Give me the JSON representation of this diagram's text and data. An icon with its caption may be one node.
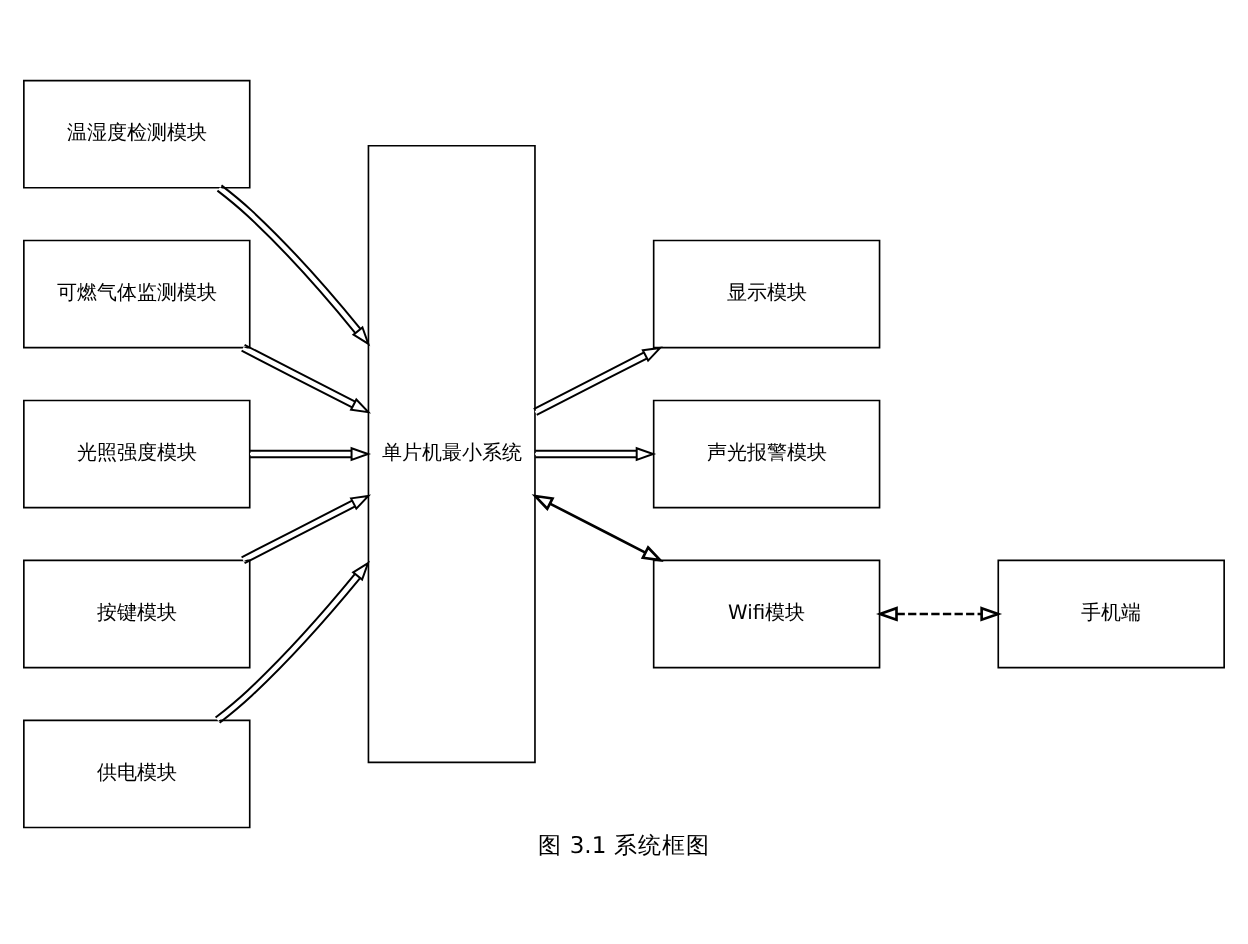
{
  "diagram": {
    "caption": "图 3.1 系统框图",
    "nodes": [
      {
        "text": [
          "温湿度检测模块"
        ]
      },
      {
        "text": [
          "可燃气体监测模块"
        ]
      },
      {
        "text": [
          "光照强度模块"
        ]
      },
      {
        "text": [
          "按键模块"
        ]
      },
      {
        "text": [
          "供电模块"
        ]
      },
      {
        "text": [
          "单片机最小系统"
        ]
      },
      {
        "text": [
          "显示模块"
        ]
      },
      {
        "text": [
          "声光报警模块"
        ]
      },
      {
        "text": [
          "Wifi模块"
        ]
      },
      {
        "text": [
          "手机端"
        ]
      }
    ],
    "edges": [
      {
        "from": 0,
        "to": 5,
        "arrow": "to"
      },
      {
        "from": 1,
        "to": 5,
        "arrow": "to"
      },
      {
        "from": 2,
        "to": 5,
        "arrow": "to"
      },
      {
        "from": 3,
        "to": 5,
        "arrow": "to"
      },
      {
        "from": 4,
        "to": 5,
        "arrow": "to"
      },
      {
        "from": 5,
        "to": 6,
        "arrow": "to"
      },
      {
        "from": 5,
        "to": 7,
        "arrow": "to"
      },
      {
        "from": 5,
        "to": 8,
        "arrow": "both"
      },
      {
        "from": 8,
        "to": 9,
        "arrow": "both",
        "style": "dashed"
      }
    ]
  }
}
